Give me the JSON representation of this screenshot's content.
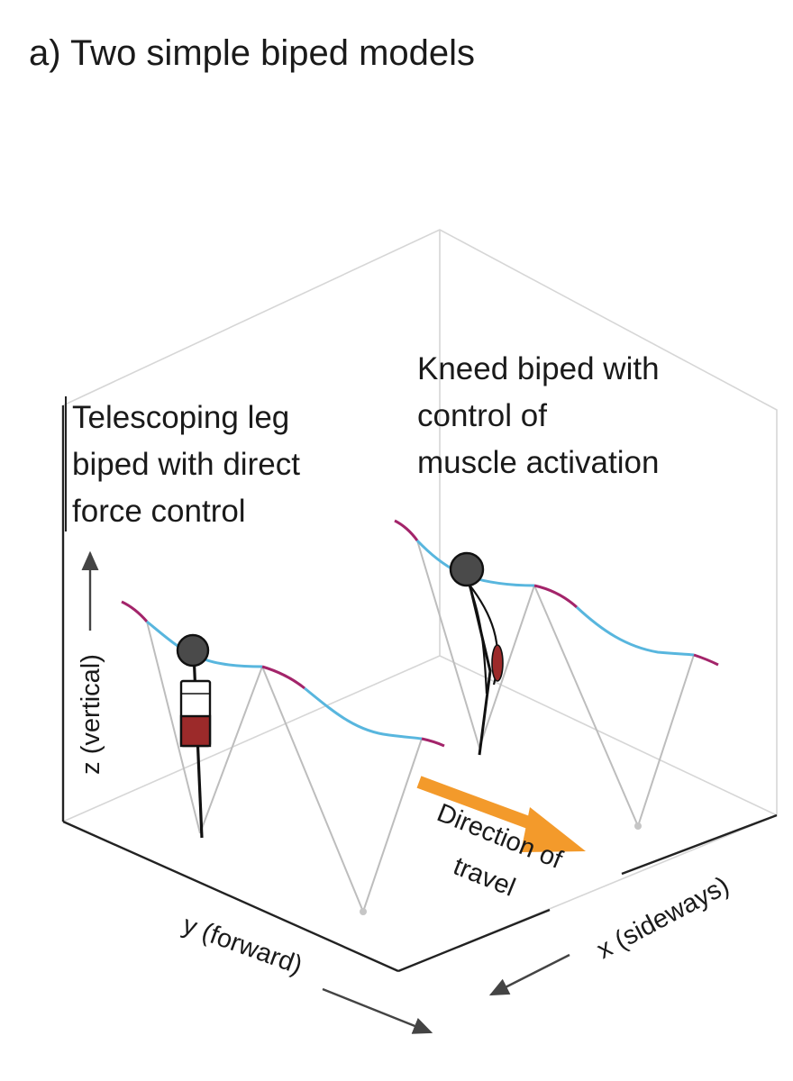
{
  "title": "a) Two simple biped models",
  "models": {
    "telescoping": {
      "lines": [
        "Telescoping leg",
        "biped with direct",
        "force control"
      ]
    },
    "kneed": {
      "lines": [
        "Kneed biped with",
        "control of",
        "muscle activation"
      ]
    }
  },
  "axes": {
    "z": "z (vertical)",
    "y": "y (forward)",
    "x": "x (sideways)"
  },
  "direction": {
    "line1": "Direction of",
    "line2": "travel",
    "arrow_color": "#f39a2b"
  },
  "colors": {
    "stance_trajectory": "#a3246a",
    "flight_trajectory": "#58b6de",
    "actuator": "#9c2a2a",
    "body_mass": "#4a4a4a"
  }
}
